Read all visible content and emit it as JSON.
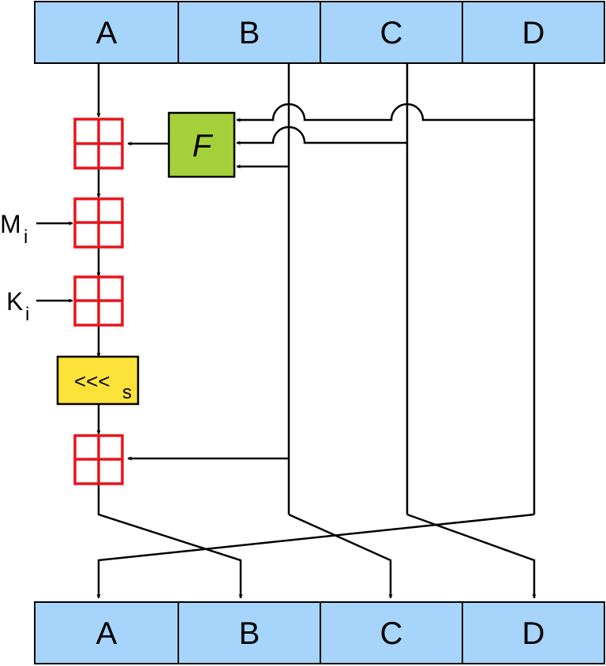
{
  "top_register": [
    "A",
    "B",
    "C",
    "D"
  ],
  "bottom_register": [
    "A",
    "B",
    "C",
    "D"
  ],
  "function_label": "F",
  "message_label": {
    "main": "M",
    "sub": "i"
  },
  "constant_label": {
    "main": "K",
    "sub": "i"
  },
  "rotate_label": {
    "main": "<<<",
    "sub": "s"
  }
}
